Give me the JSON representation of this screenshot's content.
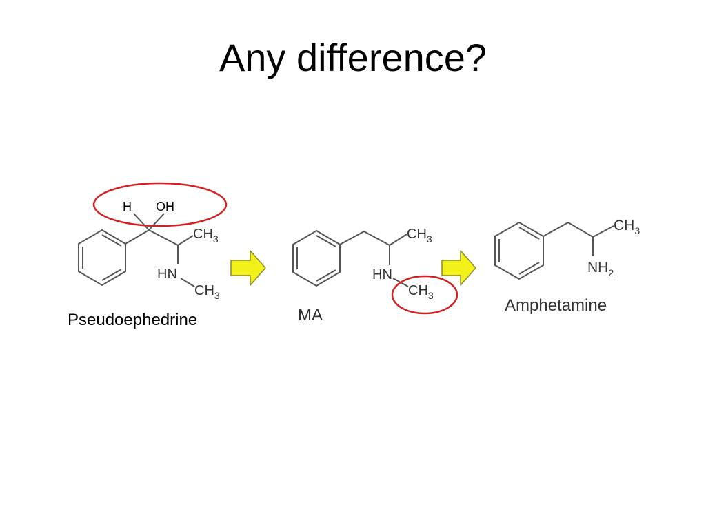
{
  "slide": {
    "title": "Any difference?"
  },
  "molecules": {
    "pseudoephedrine": {
      "name": "Pseudoephedrine",
      "label_h": "H",
      "label_oh": "OH",
      "label_ch3_top": "CH",
      "label_ch3_top_sub": "3",
      "label_hn": "HN",
      "label_ch3_bottom": "CH",
      "label_ch3_bottom_sub": "3"
    },
    "ma": {
      "name": "MA",
      "label_ch3_top": "CH",
      "label_ch3_top_sub": "3",
      "label_hn": "HN",
      "label_ch3_bottom": "CH",
      "label_ch3_bottom_sub": "3"
    },
    "amphetamine": {
      "name": "Amphetamine",
      "label_ch3": "CH",
      "label_ch3_sub": "3",
      "label_nh2": "NH",
      "label_nh2_sub": "2"
    }
  },
  "colors": {
    "highlight_circle": "#d42020",
    "arrow_fill": "#f2f21a",
    "arrow_stroke": "#8a8a30",
    "bond": "#555555"
  }
}
